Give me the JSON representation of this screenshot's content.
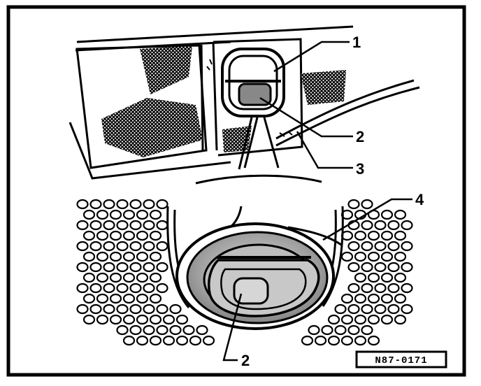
{
  "figure": {
    "callouts": [
      {
        "id": "c1",
        "label": "1"
      },
      {
        "id": "c2a",
        "label": "2"
      },
      {
        "id": "c3",
        "label": "3"
      },
      {
        "id": "c4",
        "label": "4"
      },
      {
        "id": "c2b",
        "label": "2"
      }
    ],
    "figure_code": "N87-0171"
  },
  "colors": {
    "ink": "#000000",
    "paper": "#ffffff",
    "shade_light": "#c8c8c8",
    "shade_mid": "#a8a8a8",
    "shade_dark": "#6e6e6e"
  }
}
